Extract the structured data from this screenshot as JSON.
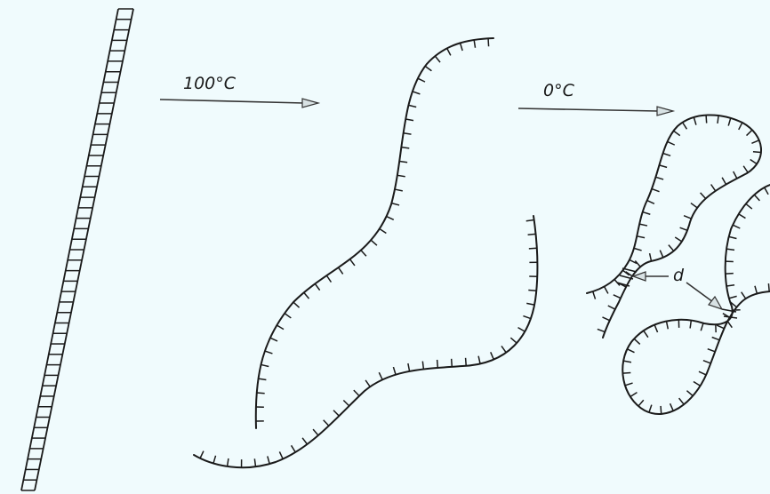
{
  "labels": {
    "heat_step": "100°C",
    "cool_step": "0°C",
    "distance": "d"
  },
  "colors": {
    "background": "#f0fbfd",
    "ink": "#1a1a1a"
  }
}
